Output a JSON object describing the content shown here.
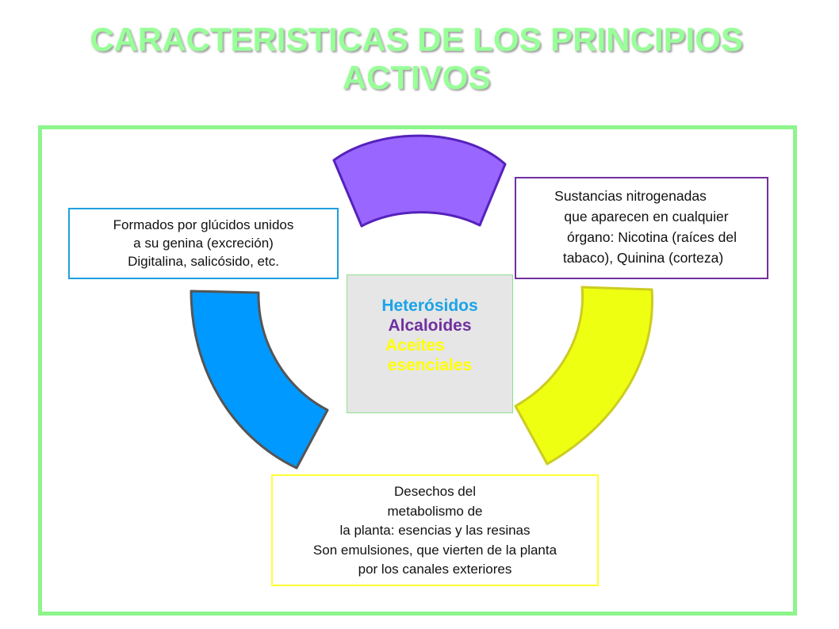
{
  "title": {
    "line1": "CARACTERISTICAS DE LOS PRINCIPIOS",
    "line2": "ACTIVOS"
  },
  "center": {
    "item1": "Heterósidos",
    "item2": "Alcaloides",
    "item3a": "Aceites",
    "item3b": "esenciales"
  },
  "boxes": {
    "heterosidos": {
      "lines": [
        "Formados por glúcidos unidos",
        "a su genina (excreción)",
        "Digitalina, salicósido, etc."
      ]
    },
    "alcaloides": {
      "lines": [
        "Sustancias nitrogenadas",
        "que aparecen en cualquier",
        "órgano: Nicotina (raíces del",
        "tabaco), Quinina (corteza)"
      ]
    },
    "aceites": {
      "lines": [
        "Desechos del",
        "metabolismo de",
        "la planta: esencias y las resinas",
        "Son emulsiones, que vierten de la planta",
        "por los canales exteriores"
      ]
    }
  },
  "colors": {
    "title": "#99ff99",
    "frame": "#8cf58c",
    "arc_purple": "#9966ff",
    "arc_blue": "#0099ff",
    "arc_yellow": "#eeff11"
  }
}
